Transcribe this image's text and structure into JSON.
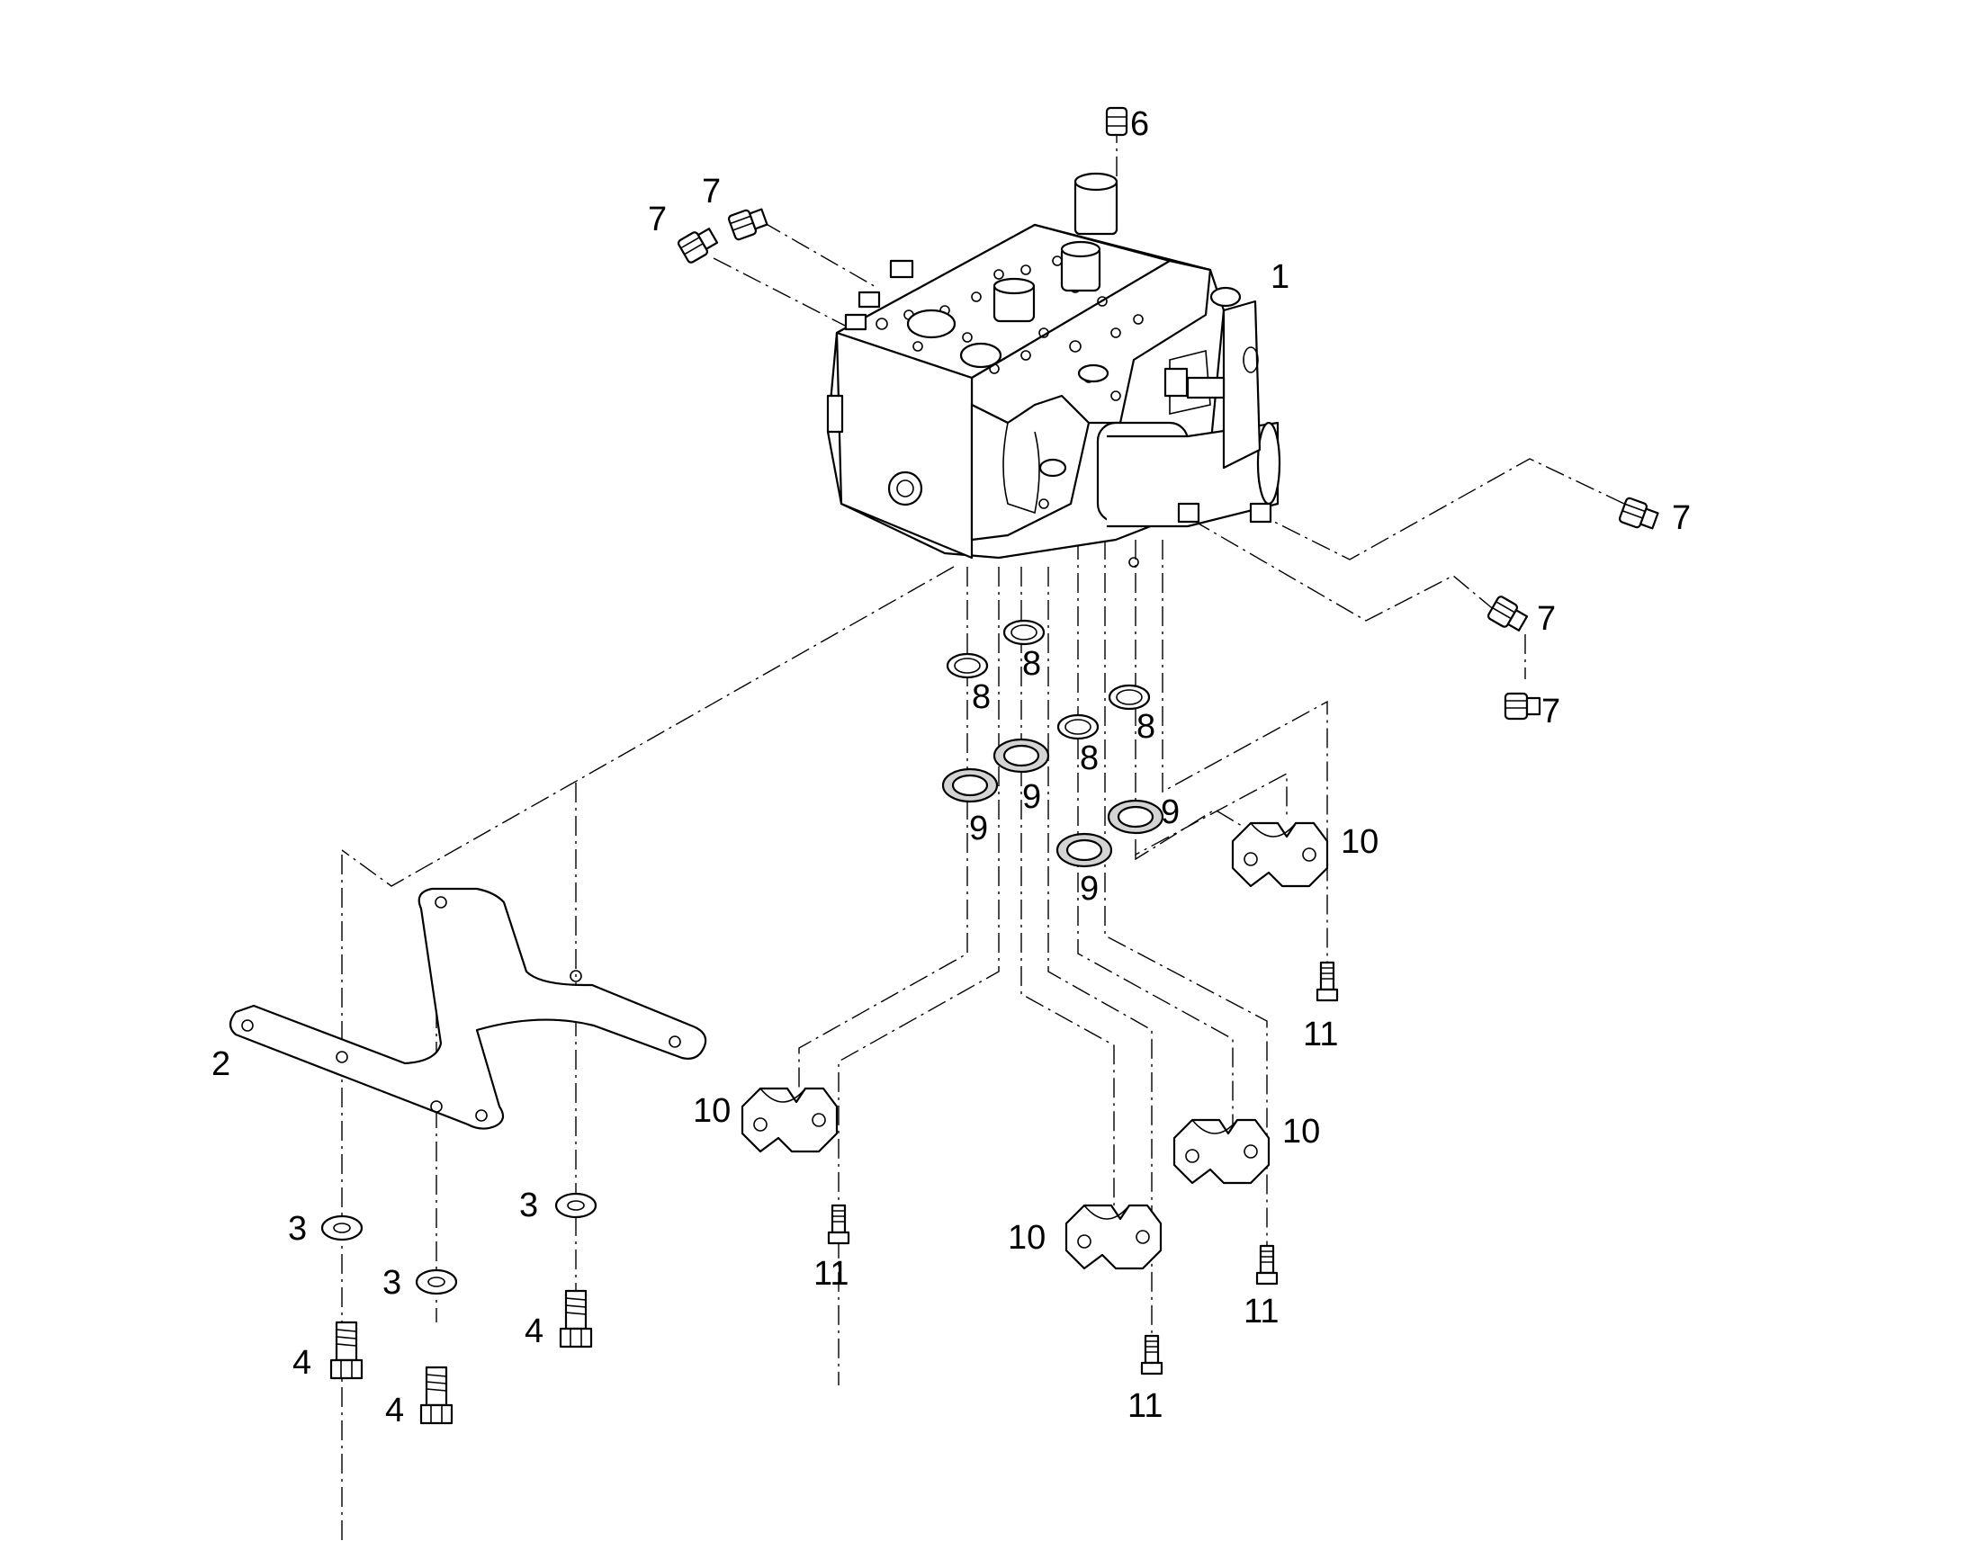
{
  "diagram": {
    "callouts": {
      "c1": "1",
      "c2": "2",
      "c3a": "3",
      "c3b": "3",
      "c3c": "3",
      "c4a": "4",
      "c4b": "4",
      "c4c": "4",
      "c6": "6",
      "c7a": "7",
      "c7b": "7",
      "c7c": "7",
      "c7d": "7",
      "c7e": "7",
      "c8a": "8",
      "c8b": "8",
      "c8c": "8",
      "c8d": "8",
      "c9a": "9",
      "c9b": "9",
      "c9c": "9",
      "c9d": "9",
      "c10a": "10",
      "c10b": "10",
      "c10c": "10",
      "c10d": "10",
      "c11a": "11",
      "c11b": "11",
      "c11c": "11",
      "c11d": "11"
    }
  }
}
